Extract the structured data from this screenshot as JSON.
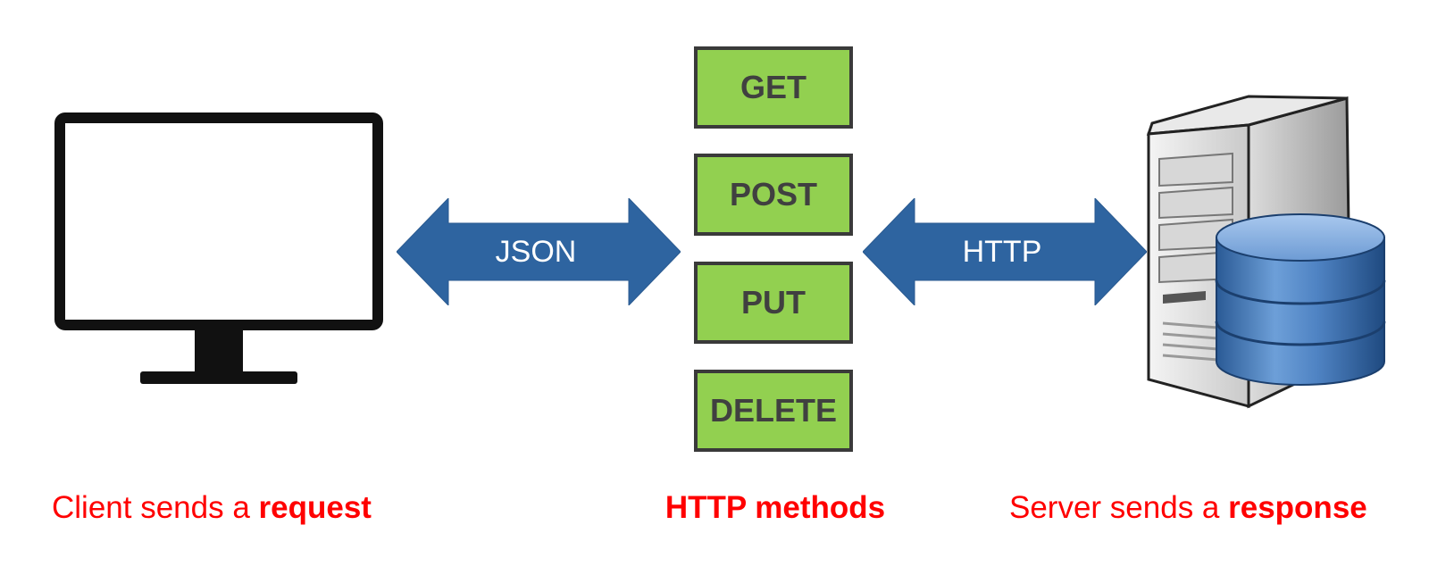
{
  "methods": [
    {
      "label": "GET"
    },
    {
      "label": "POST"
    },
    {
      "label": "PUT"
    },
    {
      "label": "DELETE"
    }
  ],
  "arrows": {
    "left_label": "JSON",
    "right_label": "HTTP"
  },
  "captions": {
    "client_prefix": "Client sends a ",
    "client_bold": "request",
    "methods_title": "HTTP methods",
    "server_prefix": "Server sends a ",
    "server_bold": "response"
  },
  "colors": {
    "method_fill": "#92d050",
    "method_text": "#404040",
    "arrow_fill": "#2e64a0",
    "caption": "#ff0000"
  }
}
